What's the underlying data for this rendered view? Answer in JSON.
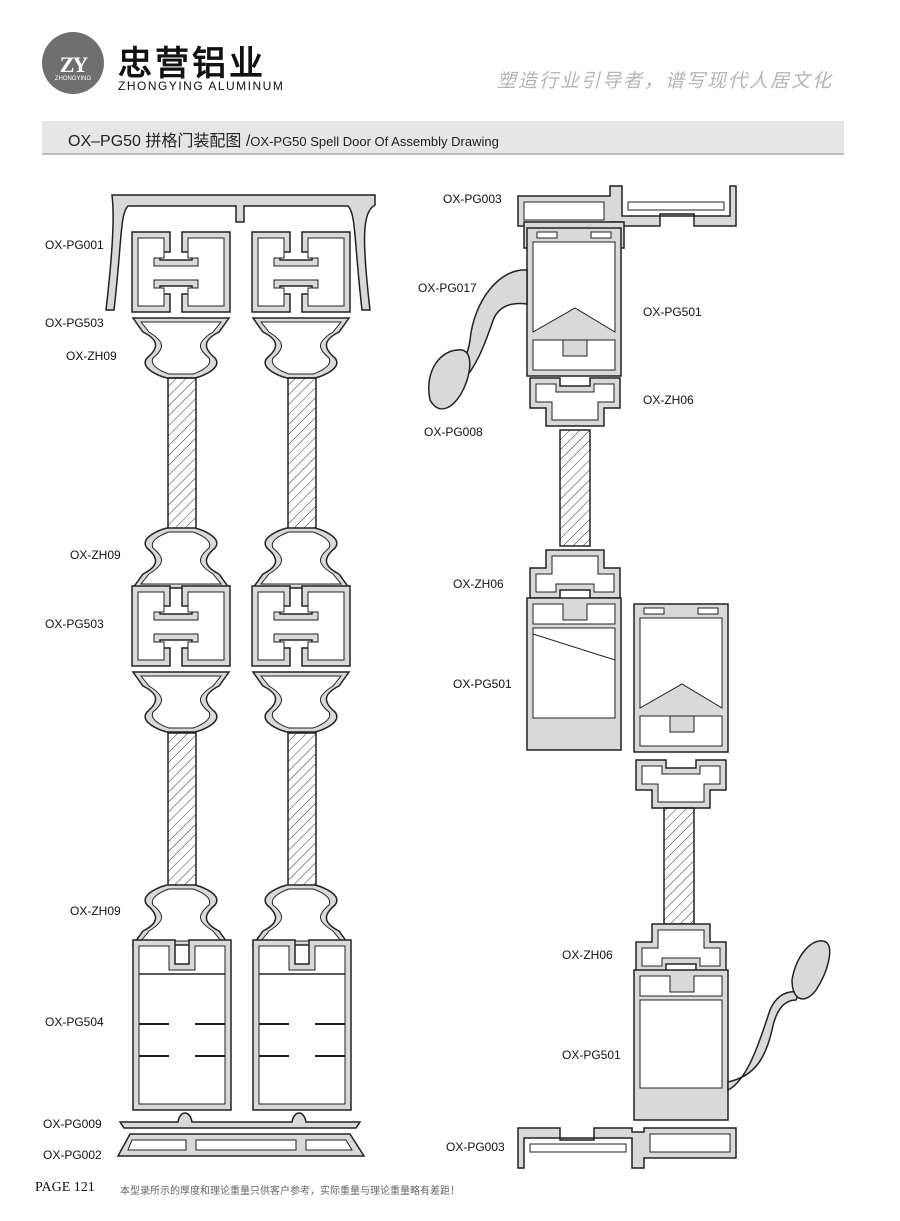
{
  "header": {
    "logo_mark": "ZY",
    "logo_sub": "ZHONGYING",
    "brand_cn": "忠营铝业",
    "brand_en": "ZHONGYING ALUMINUM",
    "slogan": "塑造行业引导者，谱写现代人居文化"
  },
  "title": {
    "main": "OX–PG50 拼格门装配图 /",
    "sub": "OX-PG50 Spell Door Of Assembly Drawing"
  },
  "left_labels": [
    "OX-PG001",
    "OX-PG503",
    "OX-ZH09",
    "OX-ZH09",
    "OX-PG503",
    "OX-ZH09",
    "OX-PG504",
    "OX-PG009",
    "OX-PG002"
  ],
  "right_labels": [
    "OX-PG003",
    "OX-PG017",
    "OX-PG501",
    "OX-ZH06",
    "OX-PG008",
    "OX-ZH06",
    "OX-PG501",
    "OX-ZH06",
    "OX-PG501",
    "OX-PG003"
  ],
  "footer": {
    "page": "PAGE 121",
    "note": "本型录所示的厚度和理论重量只供客户参考，实际重量与理论重量略有差距！"
  },
  "colors": {
    "profile_fill": "#d9d9d9",
    "title_bar": "#e6e6e6",
    "logo": "#6f6f6f"
  }
}
